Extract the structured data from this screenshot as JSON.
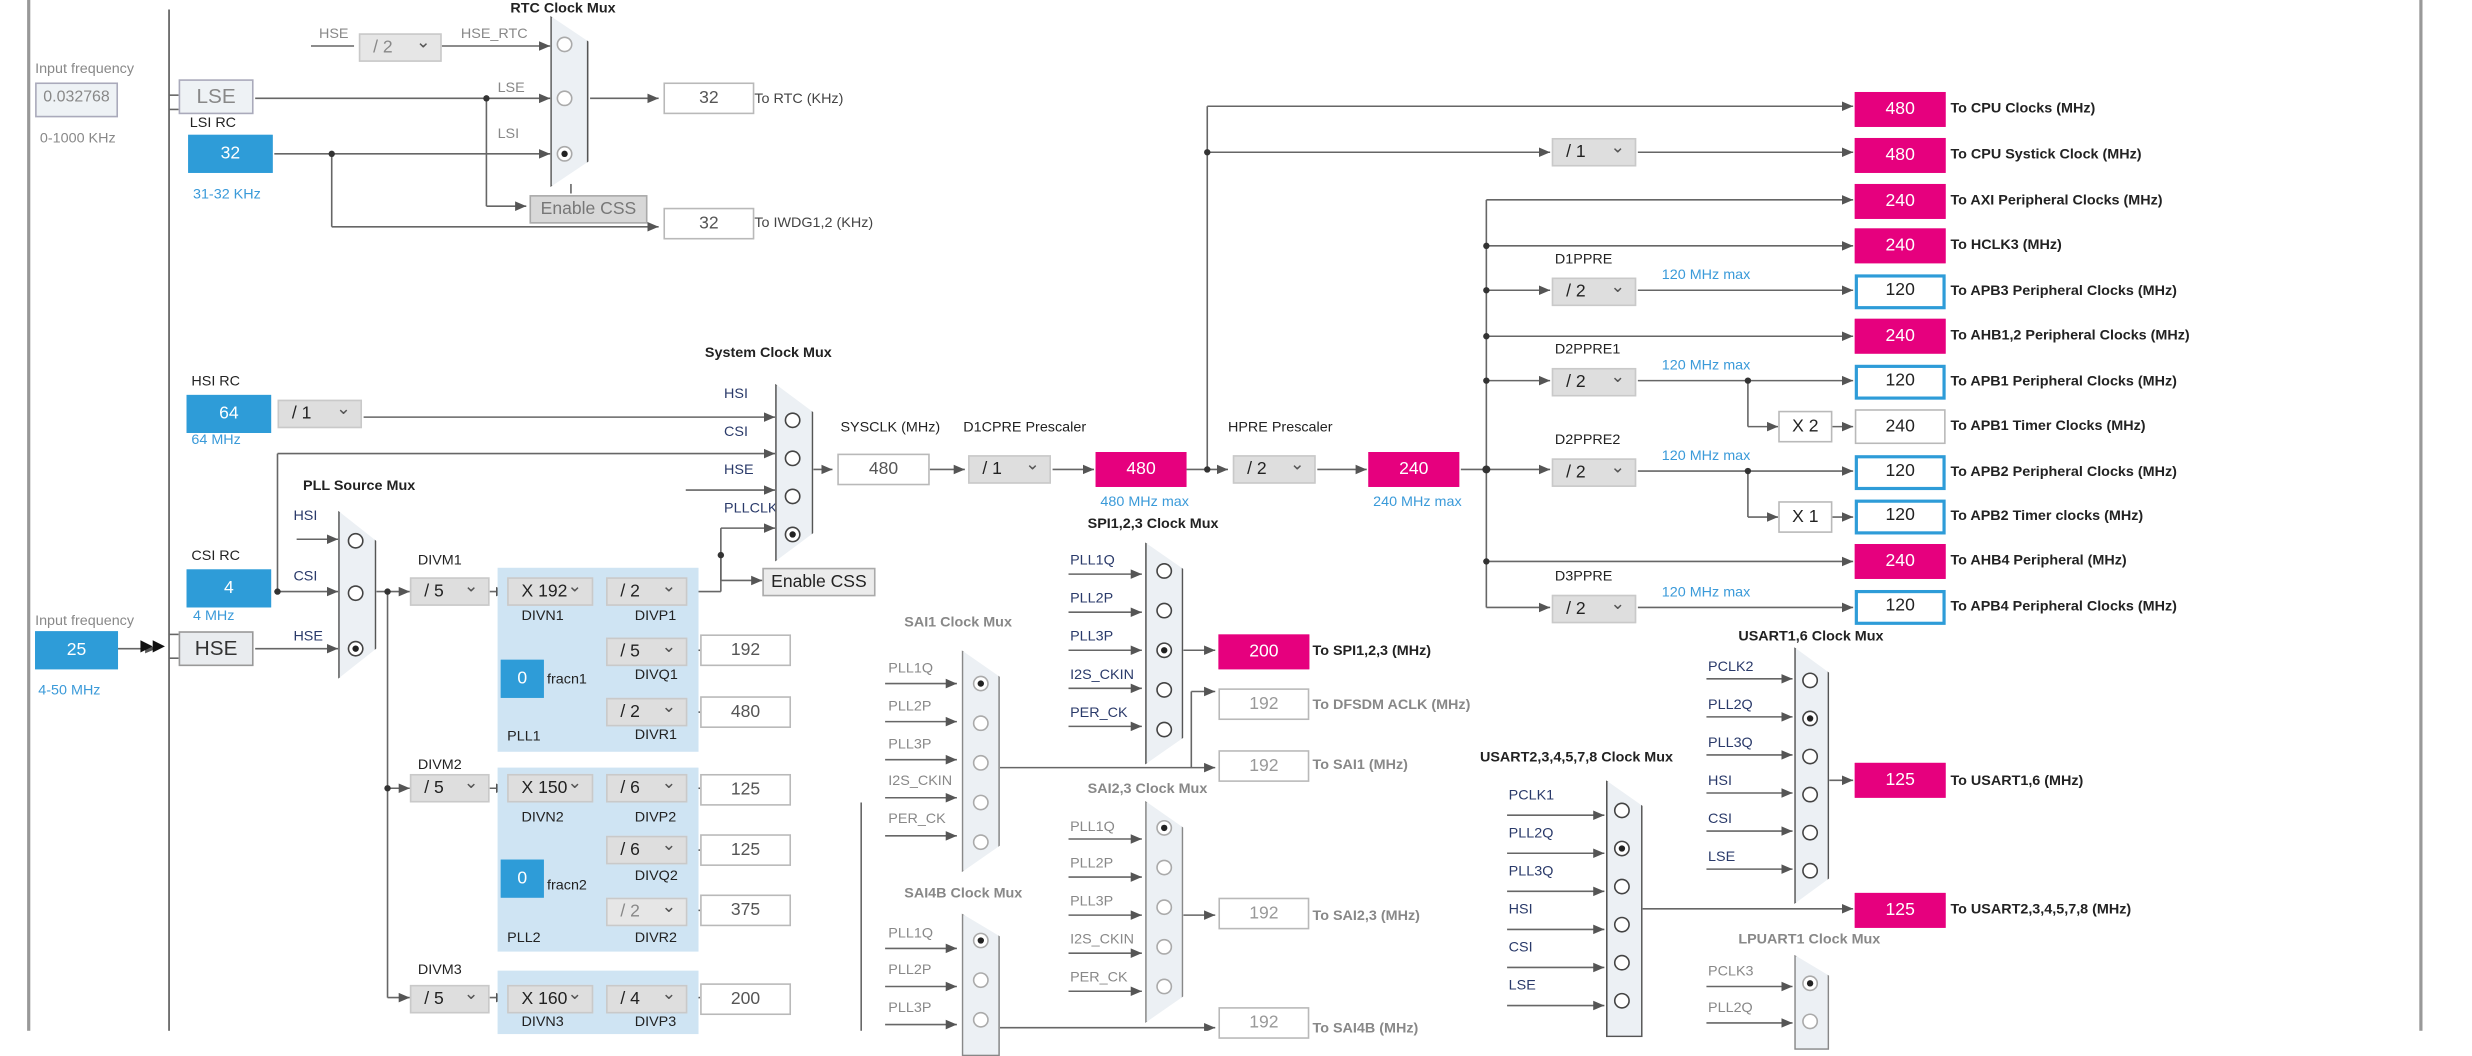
{
  "rtc_mux": {
    "title": "RTC Clock Mux",
    "hse_label": "HSE",
    "hse_div": "/ 2",
    "hse_rtc_label": "HSE_RTC",
    "lse_label": "LSE",
    "lsi_label": "LSI",
    "out_value": "32",
    "out_label": "To RTC (KHz)",
    "enable_css": "Enable CSS",
    "iwdg_value": "32",
    "iwdg_label": "To IWDG1,2 (KHz)"
  },
  "lse": {
    "input_label": "Input frequency",
    "input_value": "0.032768",
    "range": "0-1000 KHz",
    "name": "LSE"
  },
  "lsi": {
    "name": "LSI RC",
    "value": "32",
    "range": "31-32 KHz"
  },
  "hsi": {
    "name": "HSI RC",
    "value": "64",
    "div": "/ 1",
    "freq": "64 MHz"
  },
  "csi": {
    "name": "CSI RC",
    "value": "4",
    "freq": "4 MHz"
  },
  "hse": {
    "input_label": "Input frequency",
    "value": "25",
    "range": "4-50 MHz",
    "name": "HSE"
  },
  "pll_source_mux": {
    "title": "PLL Source Mux",
    "inputs": [
      "HSI",
      "CSI",
      "HSE"
    ]
  },
  "system_mux": {
    "title": "System Clock Mux",
    "inputs": [
      "HSI",
      "CSI",
      "HSE",
      "PLLCLK"
    ],
    "enable_css": "Enable CSS"
  },
  "sysclk": {
    "label": "SYSCLK (MHz)",
    "value": "480"
  },
  "d1cpre": {
    "label": "D1CPRE Prescaler",
    "div": "/ 1",
    "value": "480",
    "max": "480 MHz max"
  },
  "hpre": {
    "label": "HPRE Prescaler",
    "div": "/ 2",
    "value": "240",
    "max": "240 MHz max"
  },
  "pll1": {
    "divm_label": "DIVM1",
    "divm": "/ 5",
    "mult": "X 192",
    "divn": "DIVN1",
    "frac": "0",
    "frac_label": "fracn1",
    "name": "PLL1",
    "divp": "/ 2",
    "divp_label": "DIVP1",
    "divq": "/ 5",
    "divq_label": "DIVQ1",
    "q_value": "192",
    "divr": "/ 2",
    "divr_label": "DIVR1",
    "r_value": "480"
  },
  "pll2": {
    "divm_label": "DIVM2",
    "divm": "/ 5",
    "mult": "X 150",
    "divn": "DIVN2",
    "frac": "0",
    "frac_label": "fracn2",
    "name": "PLL2",
    "divp": "/ 6",
    "divp_label": "DIVP2",
    "p_value": "125",
    "divq": "/ 6",
    "divq_label": "DIVQ2",
    "q_value": "125",
    "divr": "/ 2",
    "divr_label": "DIVR2",
    "r_value": "375"
  },
  "pll3": {
    "divm_label": "DIVM3",
    "divm": "/ 5",
    "mult": "X 160",
    "divn": "DIVN3",
    "divp": "/ 4",
    "divp_label": "DIVP3",
    "p_value": "200"
  },
  "spi123": {
    "title": "SPI1,2,3 Clock Mux",
    "inputs": [
      "PLL1Q",
      "PLL2P",
      "PLL3P",
      "I2S_CKIN",
      "PER_CK"
    ],
    "value": "200",
    "label": "To SPI1,2,3 (MHz)"
  },
  "dfsdm": {
    "value": "192",
    "label": "To DFSDM ACLK (MHz)"
  },
  "sai1": {
    "title": "SAI1 Clock Mux",
    "inputs": [
      "PLL1Q",
      "PLL2P",
      "PLL3P",
      "I2S_CKIN",
      "PER_CK"
    ],
    "value": "192",
    "label": "To SAI1 (MHz)"
  },
  "sai23": {
    "title": "SAI2,3 Clock Mux",
    "inputs": [
      "PLL1Q",
      "PLL2P",
      "PLL3P",
      "I2S_CKIN",
      "PER_CK"
    ],
    "value": "192",
    "label": "To SAI2,3 (MHz)"
  },
  "sai4b": {
    "title": "SAI4B Clock Mux",
    "inputs": [
      "PLL1Q",
      "PLL2P",
      "PLL3P"
    ],
    "value": "192",
    "label": "To SAI4B (MHz)"
  },
  "usart16": {
    "title": "USART1,6 Clock Mux",
    "inputs": [
      "PCLK2",
      "PLL2Q",
      "PLL3Q",
      "HSI",
      "CSI",
      "LSE"
    ],
    "value": "125",
    "label": "To USART1,6 (MHz)"
  },
  "usart2": {
    "title": "USART2,3,4,5,7,8 Clock Mux",
    "inputs": [
      "PCLK1",
      "PLL2Q",
      "PLL3Q",
      "HSI",
      "CSI",
      "LSE"
    ],
    "value": "125",
    "label": "To USART2,3,4,5,7,8 (MHz)"
  },
  "lpuart1": {
    "title": "LPUART1 Clock Mux",
    "inputs": [
      "PCLK3",
      "PLL2Q"
    ]
  },
  "outputs": {
    "cpu": {
      "value": "480",
      "label": "To CPU Clocks (MHz)"
    },
    "systick": {
      "div": "/ 1",
      "value": "480",
      "label": "To CPU Systick Clock (MHz)"
    },
    "axi": {
      "value": "240",
      "label": "To AXI Peripheral Clocks (MHz)"
    },
    "hclk3": {
      "value": "240",
      "label": "To HCLK3 (MHz)"
    },
    "apb3": {
      "pre_label": "D1PPRE",
      "div": "/ 2",
      "max": "120 MHz max",
      "value": "120",
      "label": "To APB3 Peripheral Clocks (MHz)"
    },
    "ahb12": {
      "value": "240",
      "label": "To AHB1,2 Peripheral Clocks (MHz)"
    },
    "apb1": {
      "pre_label": "D2PPRE1",
      "div": "/ 2",
      "max": "120 MHz max",
      "value": "120",
      "label": "To APB1 Peripheral Clocks (MHz)"
    },
    "apb1t": {
      "mult": "X 2",
      "value": "240",
      "label": "To APB1 Timer Clocks (MHz)"
    },
    "apb2": {
      "pre_label": "D2PPRE2",
      "div": "/ 2",
      "max": "120 MHz max",
      "value": "120",
      "label": "To APB2 Peripheral Clocks (MHz)"
    },
    "apb2t": {
      "mult": "X 1",
      "value": "120",
      "label": "To APB2 Timer clocks (MHz)"
    },
    "ahb4": {
      "value": "240",
      "label": "To AHB4 Peripheral (MHz)"
    },
    "apb4": {
      "pre_label": "D3PPRE",
      "div": "/ 2",
      "max": "120 MHz max",
      "value": "120",
      "label": "To APB4 Peripheral Clocks (MHz)"
    }
  },
  "colors": {
    "accent_pink": "#e6007e",
    "source_blue": "#2e9cd8",
    "pll_panel": "#cfe4f3"
  }
}
